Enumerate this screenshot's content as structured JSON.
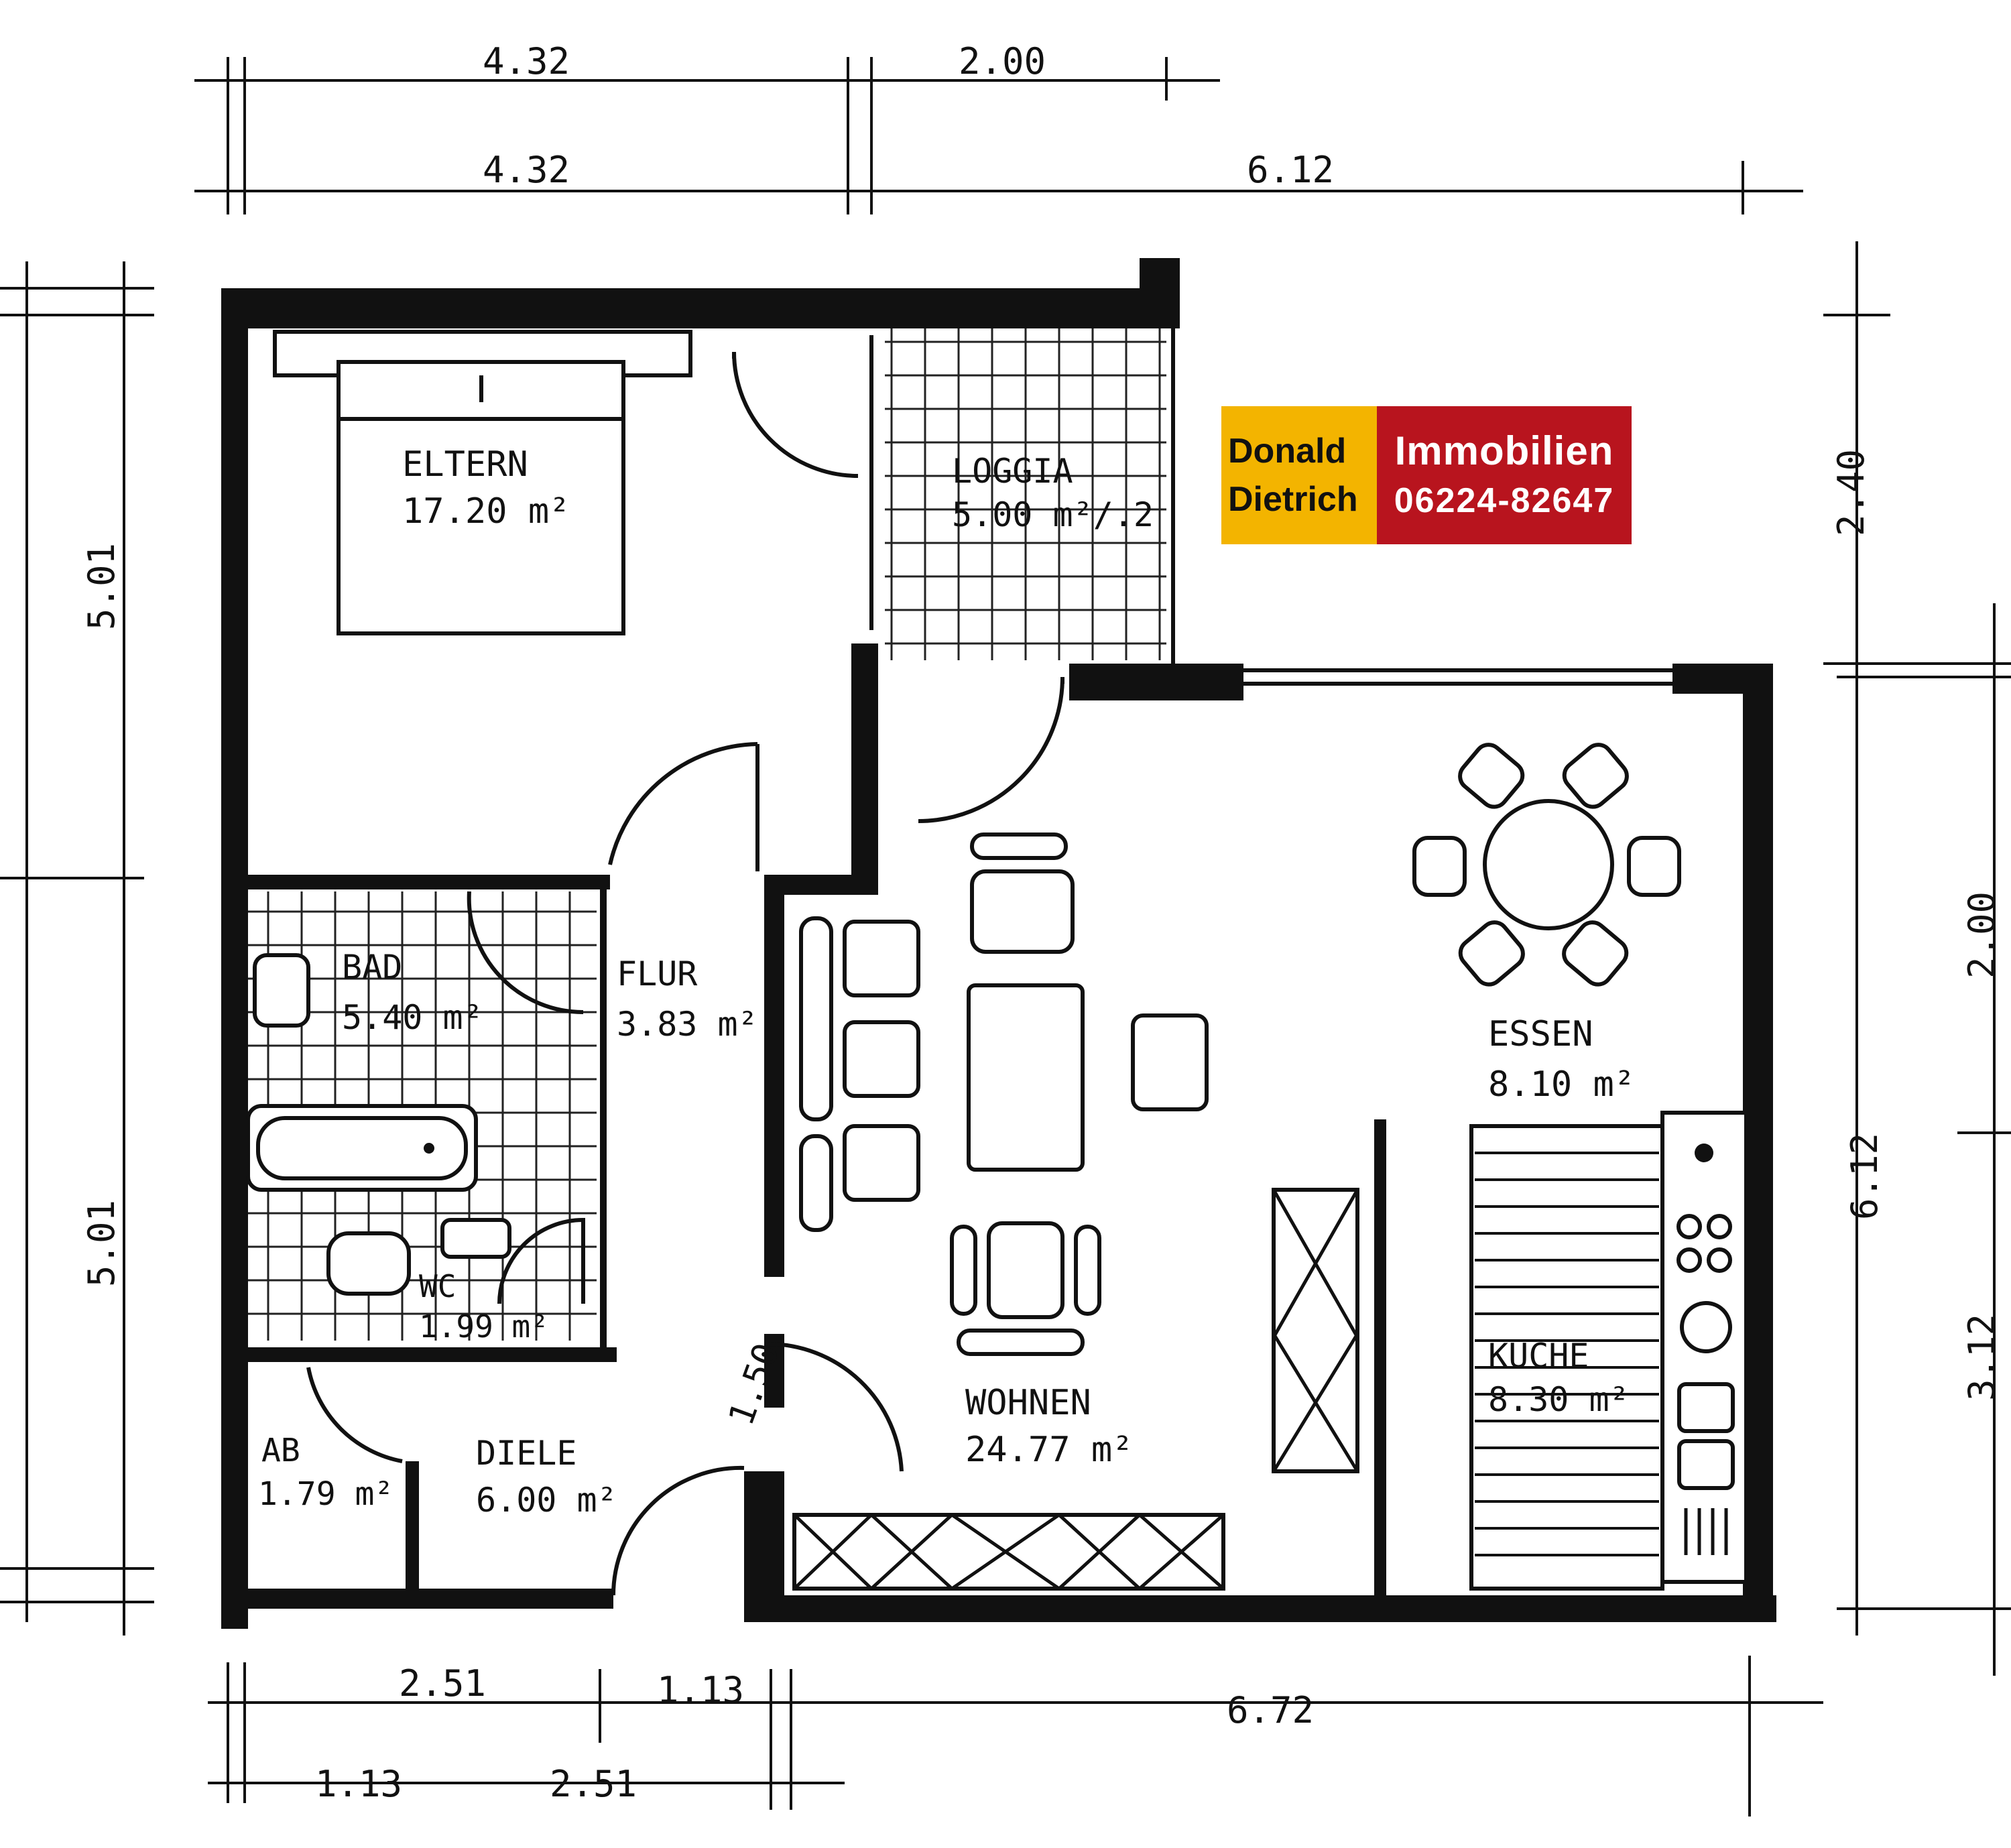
{
  "logo": {
    "first_name": "Donald",
    "last_name": "Dietrich",
    "company": "Immobilien",
    "phone": "06224-82647",
    "colors": {
      "yellow": "#f3b400",
      "red": "#b8141e"
    }
  },
  "rooms": {
    "eltern": {
      "name": "ELTERN",
      "area": "17.20 m²"
    },
    "loggia": {
      "name": "LOGGIA",
      "area": "5.00 m²/.2"
    },
    "bad": {
      "name": "BAD",
      "area": "5.40 m²"
    },
    "flur": {
      "name": "FLUR",
      "area": "3.83 m²"
    },
    "wc": {
      "name": "WC",
      "area": "1.99 m²"
    },
    "ab": {
      "name": "AB",
      "area": "1.79 m²"
    },
    "diele": {
      "name": "DIELE",
      "area": "6.00 m²"
    },
    "wohnen": {
      "name": "WOHNEN",
      "area": "24.77 m²"
    },
    "essen": {
      "name": "ESSEN",
      "area": "8.10 m²"
    },
    "kueche": {
      "name": "KUCHE",
      "area": "8.30 m²"
    }
  },
  "dimensions": {
    "top_row1": [
      "4.32",
      "2.00"
    ],
    "top_row2": [
      "4.32",
      "6.12"
    ],
    "bottom_row1": [
      "2.51",
      "1.13",
      "6.72"
    ],
    "bottom_row2": [
      "1.13",
      "2.51"
    ],
    "left": [
      "5.01",
      "5.01"
    ],
    "right_outer": [
      "2.40",
      "6.12"
    ],
    "right_inner": [
      "2.00",
      "3.12"
    ],
    "door_width": "1.50"
  }
}
